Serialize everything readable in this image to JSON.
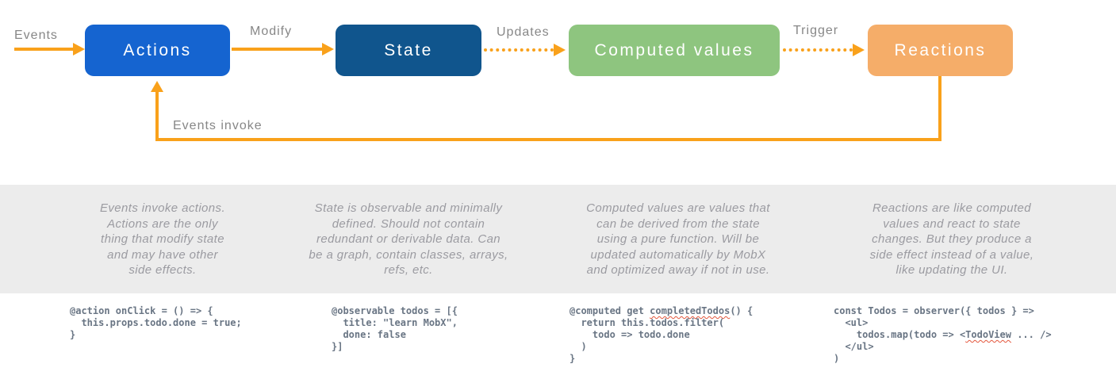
{
  "diagram": {
    "arrow_color": "#f9a11b",
    "labels": {
      "input": "Events",
      "modify": "Modify",
      "updates": "Updates",
      "trigger": "Trigger",
      "feedback": "Events invoke"
    },
    "nodes": [
      {
        "label": "Actions",
        "color": "#1564d0"
      },
      {
        "label": "State",
        "color": "#10558d"
      },
      {
        "label": "Computed values",
        "color": "#8ec57f"
      },
      {
        "label": "Reactions",
        "color": "#f5ad69"
      }
    ]
  },
  "descriptions": [
    "Events invoke actions.\nActions are the only\nthing that modify state\nand may have other\nside effects.",
    "State is observable and minimally\ndefined. Should not contain\nredundant or derivable data. Can\nbe a graph, contain classes, arrays,\nrefs, etc.",
    "Computed values are values that\ncan be derived from the state\nusing a pure function. Will be\nupdated automatically by MobX\nand optimized away if not in use.",
    "Reactions are like computed\nvalues and react to state\nchanges. But they produce a\nside effect instead of a value,\nlike updating the UI."
  ],
  "code_blocks": [
    {
      "lines": [
        [
          {
            "t": "@action onClick = () => {"
          }
        ],
        [
          {
            "t": "  this.props.todo.done = true;"
          }
        ],
        [
          {
            "t": "}"
          }
        ]
      ]
    },
    {
      "lines": [
        [
          {
            "t": "@observable todos = [{"
          }
        ],
        [
          {
            "t": "  title: \"learn MobX\","
          }
        ],
        [
          {
            "t": "  done: false"
          }
        ],
        [
          {
            "t": "}]"
          }
        ]
      ]
    },
    {
      "lines": [
        [
          {
            "t": "@computed get "
          },
          {
            "t": "completedTodos",
            "misspelled": true
          },
          {
            "t": "() {"
          }
        ],
        [
          {
            "t": "  return this.todos.filter("
          }
        ],
        [
          {
            "t": "    todo => todo.done"
          }
        ],
        [
          {
            "t": "  )"
          }
        ],
        [
          {
            "t": "}"
          }
        ]
      ]
    },
    {
      "lines": [
        [
          {
            "t": "const Todos = observer({ todos } =>"
          }
        ],
        [
          {
            "t": "  <ul>"
          }
        ],
        [
          {
            "t": "    todos.map(todo => <"
          },
          {
            "t": "TodoView",
            "misspelled": true
          },
          {
            "t": " ... />"
          }
        ],
        [
          {
            "t": "  </ul>"
          }
        ],
        [
          {
            "t": ")"
          }
        ]
      ]
    }
  ]
}
